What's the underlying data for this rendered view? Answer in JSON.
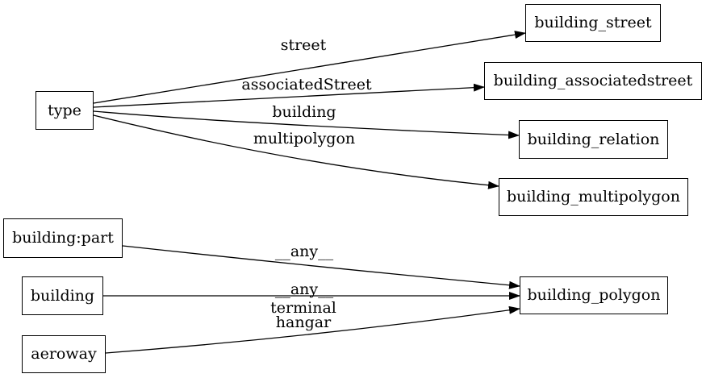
{
  "diagram": {
    "title": "osm building tag to table mapping graph",
    "background_color": "#ffffff",
    "node_fill_color": "#ffffff",
    "node_border_color": "#000000",
    "edge_color": "#000000",
    "text_color": "#000000"
  },
  "nodes": {
    "type": "type",
    "building_street": "building_street",
    "building_associatedstreet": "building_associatedstreet",
    "building_relation": "building_relation",
    "building_multipolygon": "building_multipolygon",
    "building_part": "building:part",
    "building": "building",
    "aeroway": "aeroway",
    "building_polygon": "building_polygon"
  },
  "edges": [
    {
      "from": "type",
      "to": "building_street",
      "label": "street"
    },
    {
      "from": "type",
      "to": "building_associatedstreet",
      "label": "associatedStreet"
    },
    {
      "from": "type",
      "to": "building_relation",
      "label": "building"
    },
    {
      "from": "type",
      "to": "building_multipolygon",
      "label": "multipolygon"
    },
    {
      "from": "building:part",
      "to": "building_polygon",
      "label": "__any__"
    },
    {
      "from": "building",
      "to": "building_polygon",
      "label": "__any__"
    },
    {
      "from": "aeroway",
      "to": "building_polygon",
      "label": "terminal\nhangar"
    }
  ]
}
